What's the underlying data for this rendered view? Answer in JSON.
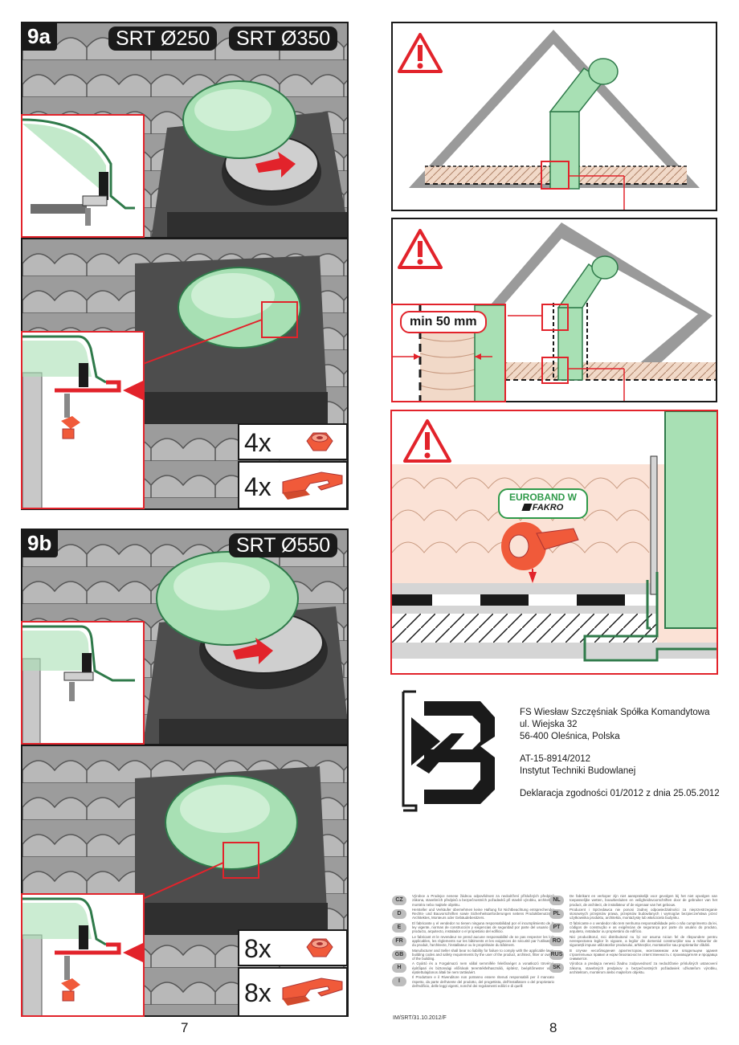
{
  "step_9a": {
    "badge": "9a",
    "models": [
      "SRT Ø250",
      "SRT Ø350"
    ],
    "quantities": [
      {
        "count": "4x",
        "part": "nut"
      },
      {
        "count": "4x",
        "part": "clip"
      }
    ]
  },
  "step_9b": {
    "badge": "9b",
    "models": [
      "SRT Ø550"
    ],
    "quantities": [
      {
        "count": "8x",
        "part": "nut"
      },
      {
        "count": "8x",
        "part": "clip"
      }
    ]
  },
  "right": {
    "min_label": "min 50 mm",
    "euroband_title": "EUROBAND W",
    "euroband_brand": "FAKRO"
  },
  "certificate": {
    "company": "FS Wiesław Szczęśniak Spółka Komandytowa",
    "street": "ul. Wiejska 32",
    "city": "56-400 Oleśnica, Polska",
    "approval": "AT-15-8914/2012",
    "institute": "Instytut Techniki Budowlanej",
    "declaration": "Deklaracja zgodności 01/2012 z dnia 25.05.2012"
  },
  "legal_left": [
    {
      "code": "CZ",
      "text": "Výrobce a Prodejce nenese žádnou odpovědnost za nedodržení příslušných předpisů zákona, stavebních předpisů a bezpečnostních požadavků při stavbě výrobku, architekta, montéra nebo majitele objektu."
    },
    {
      "code": "D",
      "text": "Hersteller und Verkäufer übernehmen keine Haftung für Nichtbeachtung entsprechender Rechts- und Bauvorschriften sowie Sicherheitsanforderungen seitens Produktbenutzers, Architektes, Monteurs oder Gebäudebesitzers."
    },
    {
      "code": "E",
      "text": "El fabricante y el vendedor no tienen ninguna responsabilidad por el incumplimiento de la ley vigente, normas de construcción y exigencias de seguridad por parte del usuario del producto, arquitecto, instalador o el propietario del edificio."
    },
    {
      "code": "FR",
      "text": "Le fabricant et le revendeur ne prend aucune responsabilité de ne pas respecter les lois applicables, les règlements sur les bâtiments et les exigences de sécurité par l'utilisateur du produit, l'architecte, l'installateur ou le propriétaire du bâtiment."
    },
    {
      "code": "GB",
      "text": "Manufacturer and Seller shall bear no liability for failure to comply with the applicable laws, building codes and safety requirements by the user of the product, architect, fitter or owner of the building."
    },
    {
      "code": "H",
      "text": "A Gyártó és a Forgalmazó nem vállal semmiféle felelősséget a vonatkozó törvényi, építőipari és biztonsági előírások teremtékfelhasználó, építész, beépítőmester vagy épülettulajdonos általi be nem tartásáért."
    },
    {
      "code": "I",
      "text": "Il Produttore e il Rivenditore non potranno essere ritenuti responsabili per il mancato rispetto, da parte dell'utente del prodotto, del progettista, dell'installatore o del proprietario dell'edificio, delle leggi vigenti, nonché dei regolamenti edilizi e di quelli"
    }
  ],
  "legal_right": [
    {
      "code": "NL",
      "text": "De fabrikant en verkoper zijn niet aansprakelijk voor gevolgen bij het niet opvolgen van toepasselijke wetten, bouwbesluiten en veiligheidsvoorschriften door de gebruiker van het product, de architect, de installateur of de eigenaar van het gebouw."
    },
    {
      "code": "PL",
      "text": "Producent i Sprzedawca nie ponosi żadnej odpowiedzialności za nieprzestrzeganie stosownych przepisów prawa, przepisów budowlanych i wymogów bezpieczeństwa przez użytkownika produktu, architekta, montażystę lub właściciela budynku."
    },
    {
      "code": "PT",
      "text": "O fabricante e o vendedor não tem nenhuma responsabilidade pelo o não cumprimento da lei, códigos de construção e as exigências de segurança por parte do usuário do produto, arquiteto, instalador ou proprietário do edifício."
    },
    {
      "code": "RO",
      "text": "Nici producătorul, nici distribuitorul nu își vor asuma niciun fel de răspundere pentru nerespectarea legilor în vigoare, a legilor din domeniul construcțiilor sau a măsurilor de siguranță impuse utilizatorilor produsului, arhitecților, montatorilor sau proprietarilor clădirii."
    },
    {
      "code": "RUS",
      "text": "В случае несоблюдения архитектором, монтажником или владельцем здания строительных правил и норм безопасности ответственность с производителя и продавца снимается."
    },
    {
      "code": "SK",
      "text": "Výrobca a predajca nenesú žiadnu zodpovednosť za nedodržanie príslušných ustanovení zákona, stavebných predpisov a bezpečnostných požiadaviek užívateľom výrobku, architektom, montérom alebo majiteľom objektu."
    }
  ],
  "footer_ref": "IM/SRT/31.10.2012/F",
  "page_numbers": {
    "left": "7",
    "right": "8"
  },
  "colors": {
    "accent_red": "#e2232b",
    "dome_green": "#a8e0b4",
    "clip_orange": "#f05a3a",
    "ink": "#1a1a1a",
    "flashing": "#4d4d4d"
  }
}
